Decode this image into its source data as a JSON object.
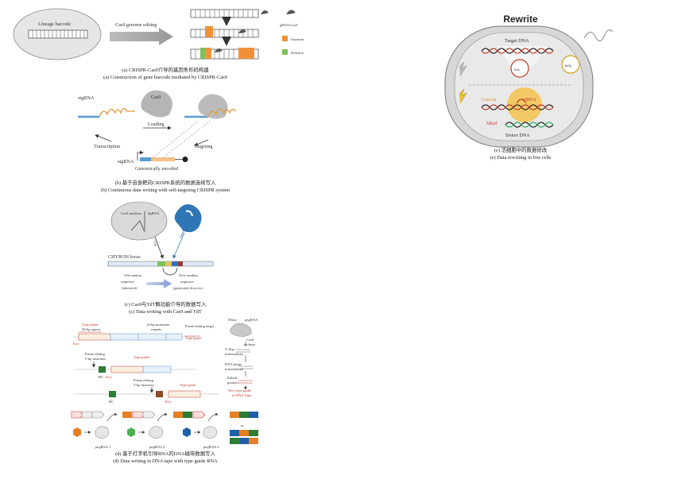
{
  "panel_a": {
    "lineage_barcode": "Lineage barcode",
    "editing_label": "Cas9 genome editing",
    "legend": {
      "grna": "gRNA/Cas9",
      "insertion": "Insertion",
      "deletion": "Deletion"
    },
    "caption_cn": "(a) CRISPR-Cas9介导的基因条形码构建",
    "caption_en": "(a) Construction of gene barcode mediated by CRISPR-Cas9",
    "colors": {
      "insertion": "#f0913a",
      "deletion": "#7cc05a"
    }
  },
  "panel_b": {
    "stgrna_top": "stgRNA",
    "cas9": "Cas9",
    "loading": "Loading",
    "transcription": "Transcription",
    "targeting": "Targeting",
    "stgrna_bottom": "stgRNA",
    "genomically_encoded": "Genomically encoded",
    "caption_cn": "(b) 基于自身靶向CRISPR系统的数据连续写入",
    "caption_en": "(b) Continuous data writing with self-targeting CRISPR system"
  },
  "panel_c": {
    "cas9_nuclease": "Cas9 nuclease",
    "hgrna": "hgRNA",
    "cut": "Cut",
    "insert": "Insert",
    "chyron_locus": "CHYRON locus",
    "old_seq": [
      "Old random",
      "sequence",
      "(inherited)"
    ],
    "new_seq": [
      "New random",
      "sequence",
      "(generated de novo)"
    ],
    "caption_cn": "(c) Cas9与TdT酶功能介导的数据写入",
    "caption_en": "(c) Data writing with Cas9 and TdT"
  },
  "panel_d": {
    "type_guide": "Type guide",
    "spacer": "20-bp spacer",
    "monomer": [
      "14-bp monomer",
      "repeats"
    ],
    "prime_editing_target": "Prime editing target",
    "rtase": "RTase",
    "pegrna": "pegRNA",
    "cas9_nickase": [
      "Cas9",
      "nickase"
    ],
    "flap": [
      "3'-flap",
      "intermediate"
    ],
    "dna_bulge": [
      "DNA bulge",
      "intermediate"
    ],
    "edited_product": [
      "Edited",
      "product"
    ],
    "new_type_guide": [
      "New type guide",
      "in DNA Tape"
    ],
    "prime_editing_insertion": [
      "Prime editing",
      "5-bp insertion"
    ],
    "key": "Key",
    "bc": "BC",
    "pegrnas": [
      "pegRNA 1",
      "pegRNA 2",
      "pegRNA 3"
    ],
    "or": "or",
    "caption_cn": "(d) 基于打字机引导RNA的DNA磁带数据写入",
    "caption_en": "(d) Data writing in DNA tape with type guide RNA"
  },
  "panel_e": {
    "title": "Rewrite",
    "target_dna": "Target DNA",
    "info": "info",
    "help": "help",
    "cas12a": "Cas12a",
    "crrna": "crRNA",
    "lambda_red": "λRed",
    "donor_dna": "Donor DNA",
    "caption_cn": "(e) 活细胞中的数据修改",
    "caption_en": "(e) Data rewriting in live cells"
  }
}
